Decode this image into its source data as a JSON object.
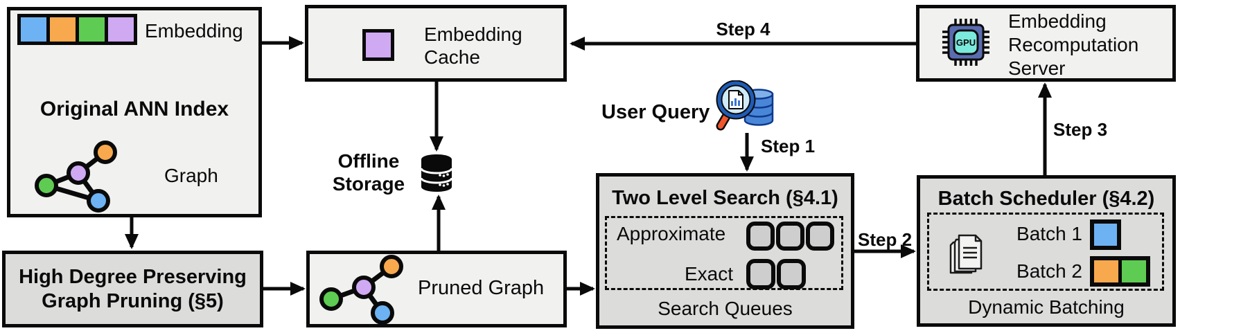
{
  "figure": "System architecture flow diagram",
  "colors": {
    "box_fill_light": "#f1f1f0",
    "box_fill_dark": "#dcdcdb",
    "queue_slot_fill": "#cecece",
    "outline_black": "#0a0a0a",
    "embedding_blue": "#6db3f3",
    "embedding_orange": "#f8a94e",
    "embedding_green": "#5ecc52",
    "embedding_purple": "#d0a9f3",
    "gpu_chip_body": "#5a6cb0",
    "gpu_chip_core": "#7ce9dd",
    "query_db_blue": "#4a86d8",
    "magnifier_rim_blue": "#1f5cb5",
    "magnifier_lens": "#cfeaf8",
    "magnifier_handle_orange": "#f0562c"
  },
  "nodes": {
    "original_ann_index": {
      "title": "Original ANN Index",
      "embedding_label": "Embedding",
      "graph_label": "Graph"
    },
    "embedding_cache": {
      "title": "Embedding\nCache"
    },
    "recomputation_server": {
      "title": "Embedding\nRecomputation\nServer",
      "gpu_label": "GPU"
    },
    "offline_storage": {
      "title": "Offline\nStorage"
    },
    "user_query": {
      "label": "User Query"
    },
    "high_degree_pruning": {
      "title": "High Degree Preserving\nGraph Pruning (§5)"
    },
    "pruned_graph": {
      "label": "Pruned Graph"
    },
    "two_level_search": {
      "title": "Two Level Search (§4.1)",
      "approximate_label": "Approximate",
      "exact_label": "Exact",
      "caption": "Search Queues"
    },
    "batch_scheduler": {
      "title": "Batch Scheduler (§4.2)",
      "batch1_label": "Batch 1",
      "batch2_label": "Batch 2",
      "caption": "Dynamic Batching"
    }
  },
  "steps": {
    "step1": "Step 1",
    "step2": "Step 2",
    "step3": "Step 3",
    "step4": "Step 4"
  }
}
